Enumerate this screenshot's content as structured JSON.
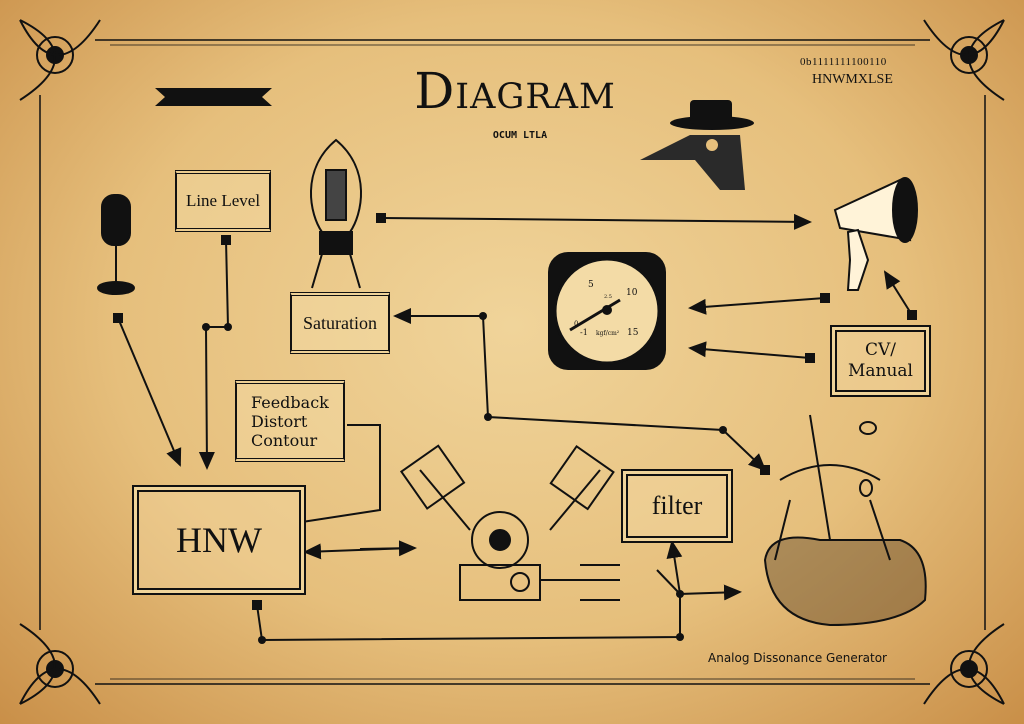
{
  "title": "Diagram",
  "logo_text": "OCUM LTLA",
  "code": {
    "binary": "0b1111111100110",
    "label": "HNWMXLSE"
  },
  "boxes": {
    "line_level": "Line Level",
    "saturation": "Saturation",
    "feedback": [
      "Feedback",
      "Distort",
      "Contour"
    ],
    "hnw": "HNW",
    "filter": "filter",
    "cv_manual": [
      "CV/",
      "Manual"
    ]
  },
  "gauge": {
    "ticks": [
      "5",
      "10",
      "15",
      "2.5",
      "-1",
      "0"
    ],
    "unit": "kgf/cm²"
  },
  "footer": "Analog Dissonance Generator",
  "colors": {
    "ink": "#111111",
    "paper": "#e6bf7c"
  }
}
